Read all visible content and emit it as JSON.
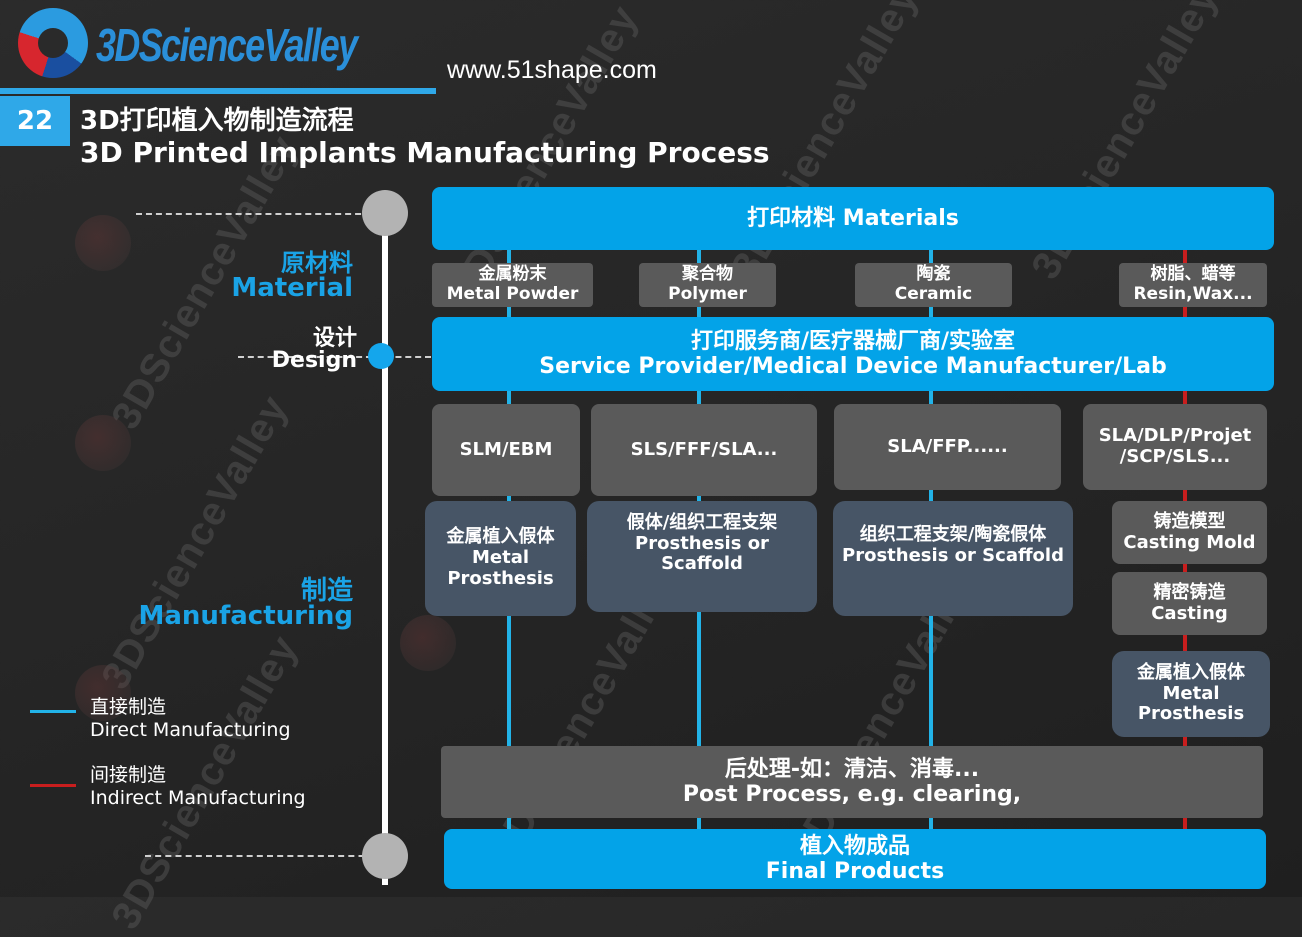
{
  "header": {
    "logo_text": "3DScienceValley",
    "url": "www.51shape.com",
    "slide_number": "22",
    "title_cn": "3D打印植入物制造流程",
    "title_en": "3D Printed Implants Manufacturing Process"
  },
  "axis": {
    "material_cn": "原材料",
    "material_en": "Material",
    "design_cn": "设计",
    "design_en": "Design",
    "manufacturing_cn": "制造",
    "manufacturing_en": "Manufacturing"
  },
  "legend": {
    "direct_cn": "直接制造",
    "direct_en": "Direct Manufacturing",
    "indirect_cn": "间接制造",
    "indirect_en": "Indirect Manufacturing",
    "direct_color": "#22b3e8",
    "indirect_color": "#c81e1e"
  },
  "materials": {
    "header": "打印材料 Materials",
    "items": [
      {
        "cn": "金属粉末",
        "en": "Metal Powder"
      },
      {
        "cn": "聚合物",
        "en": "Polymer"
      },
      {
        "cn": "陶瓷",
        "en": "Ceramic"
      },
      {
        "cn": "树脂、蜡等",
        "en": "Resin,Wax..."
      }
    ]
  },
  "service": {
    "cn": "打印服务商/医疗器械厂商/实验室",
    "en": "Service Provider/Medical Device Manufacturer/Lab"
  },
  "processes": [
    {
      "line1": "SLM/EBM",
      "line2": ""
    },
    {
      "line1": "SLS/FFF/SLA...",
      "line2": ""
    },
    {
      "line1": "SLA/FFP......",
      "line2": ""
    },
    {
      "line1": "SLA/DLP/Projet",
      "line2": "/SCP/SLS..."
    }
  ],
  "products": [
    {
      "l1": "金属植入假体",
      "l2": "Metal",
      "l3": "Prosthesis"
    },
    {
      "l1": "假体/组织工程支架",
      "l2": "Prosthesis or",
      "l3": "Scaffold"
    },
    {
      "l1": "组织工程支架/陶瓷假体",
      "l2": "Prosthesis or Scaffold",
      "l3": ""
    }
  ],
  "indirect_chain": [
    {
      "l1": "铸造模型",
      "l2": "Casting Mold",
      "l3": ""
    },
    {
      "l1": "精密铸造",
      "l2": "Casting",
      "l3": ""
    },
    {
      "l1": "金属植入假体",
      "l2": "Metal",
      "l3": "Prosthesis"
    }
  ],
  "post_process": {
    "cn": "后处理-如：清洁、消毒...",
    "en": "Post Process, e.g. clearing,"
  },
  "final": {
    "cn": "植入物成品",
    "en": "Final Products"
  }
}
